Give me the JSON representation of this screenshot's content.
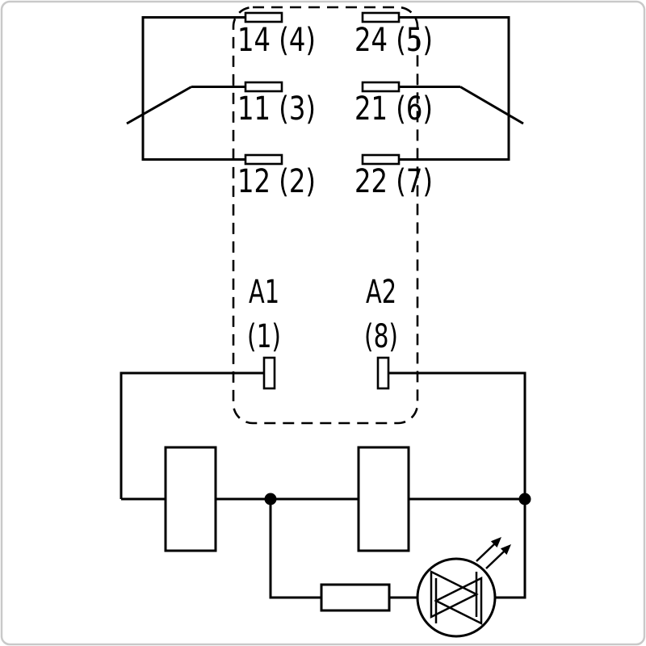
{
  "diagram": {
    "kind": "relay-wiring-diagram",
    "contacts": {
      "pole1": {
        "no": "14 (4)",
        "com": "11 (3)",
        "nc": "12 (2)"
      },
      "pole2": {
        "no": "24 (5)",
        "com": "21 (6)",
        "nc": "22 (7)"
      }
    },
    "coil": {
      "a1": {
        "name": "A1",
        "pin": "(1)"
      },
      "a2": {
        "name": "A2",
        "pin": "(8)"
      }
    },
    "components": {
      "relay_body": "dashed-outline",
      "coil_blocks": 2,
      "resistor": "series-resistor",
      "indicator": "led-anti-parallel"
    },
    "colors": {
      "line": "#000000",
      "background": "#ffffff",
      "frame": "#c9c9c9"
    }
  }
}
